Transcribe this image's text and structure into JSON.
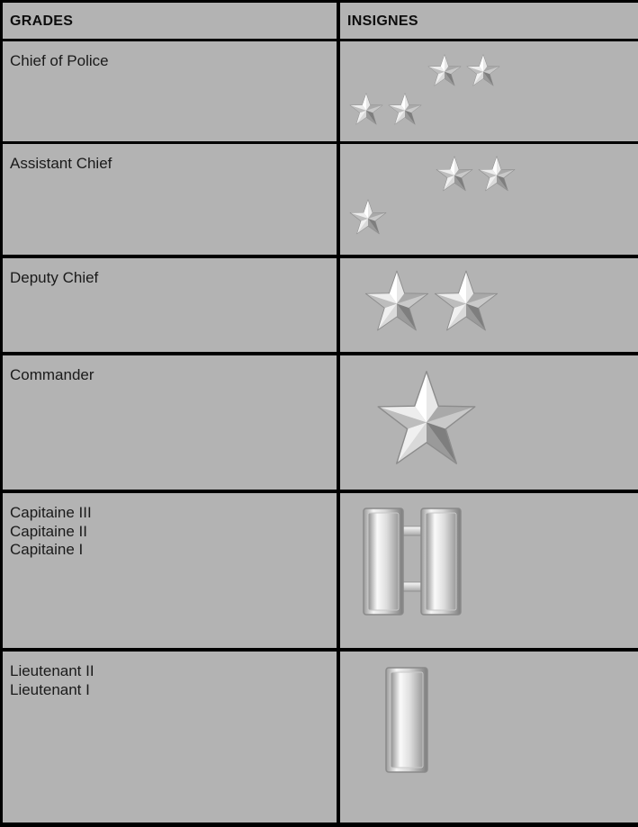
{
  "header": {
    "grades_label": "GRADES",
    "insignes_label": "INSIGNES"
  },
  "ranks": [
    {
      "lines": [
        "Chief of Police"
      ],
      "insignia": "four-silver-stars"
    },
    {
      "lines": [
        "Assistant Chief"
      ],
      "insignia": "three-silver-stars"
    },
    {
      "lines": [
        "Deputy Chief"
      ],
      "insignia": "two-silver-stars"
    },
    {
      "lines": [
        "Commander"
      ],
      "insignia": "one-silver-star"
    },
    {
      "lines": [
        "Capitaine III",
        "Capitaine II",
        "Capitaine I"
      ],
      "insignia": "two-silver-bars"
    },
    {
      "lines": [
        "Lieutenant II",
        "Lieutenant I"
      ],
      "insignia": "one-silver-bar"
    }
  ],
  "colors": {
    "background": "#b3b3b3",
    "grid": "#000000",
    "silver_light": "#f4f4f4",
    "silver_dark": "#7d7d7d"
  }
}
